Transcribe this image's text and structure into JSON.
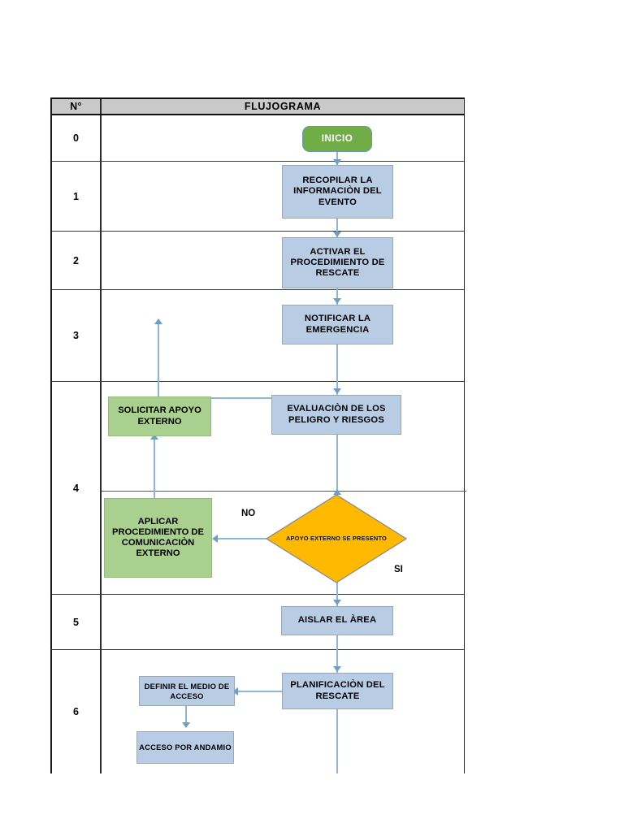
{
  "table": {
    "header": {
      "num_label": "N°",
      "title": "FLUJOGRAMA"
    },
    "rows": [
      {
        "num": "0"
      },
      {
        "num": "1"
      },
      {
        "num": "2"
      },
      {
        "num": "3"
      },
      {
        "num": "4"
      },
      {
        "num": "5"
      },
      {
        "num": "6"
      }
    ]
  },
  "flow": {
    "start": {
      "label": "INICIO"
    },
    "step1": {
      "label": "RECOPILAR LA INFORMACIÒN DEL EVENTO"
    },
    "step2": {
      "label": "ACTIVAR EL PROCEDIMIENTO DE RESCATE"
    },
    "step3": {
      "label": "NOTIFICAR LA EMERGENCIA"
    },
    "step4_eval": {
      "label": "EVALUACIÒN DE LOS PELIGRO Y RIESGOS"
    },
    "step4_support": {
      "label": "SOLICITAR APOYO EXTERNO"
    },
    "step4_comm": {
      "label": "APLICAR PROCEDIMIENTO DE COMUNICACIÒN EXTERNO"
    },
    "decision": {
      "label": "APOYO EXTERNO SE PRESENTO"
    },
    "branch_no": "NO",
    "branch_yes": "SI",
    "step5": {
      "label": "AISLAR EL ÀREA"
    },
    "step6_plan": {
      "label": "PLANIFICACIÒN DEL RESCATE"
    },
    "step6_medium": {
      "label": "DEFINIR EL MEDIO DE ACCESO"
    },
    "step6_access": {
      "label": "ACCESO POR ANDAMIO"
    }
  },
  "colors": {
    "process_blue": "#b8cce4",
    "support_green": "#a9d08e",
    "start_green": "#70ad47",
    "decision_amber": "#ffb900",
    "header_gray": "#c9c9c9",
    "connector_blue": "#8eb4d8"
  }
}
